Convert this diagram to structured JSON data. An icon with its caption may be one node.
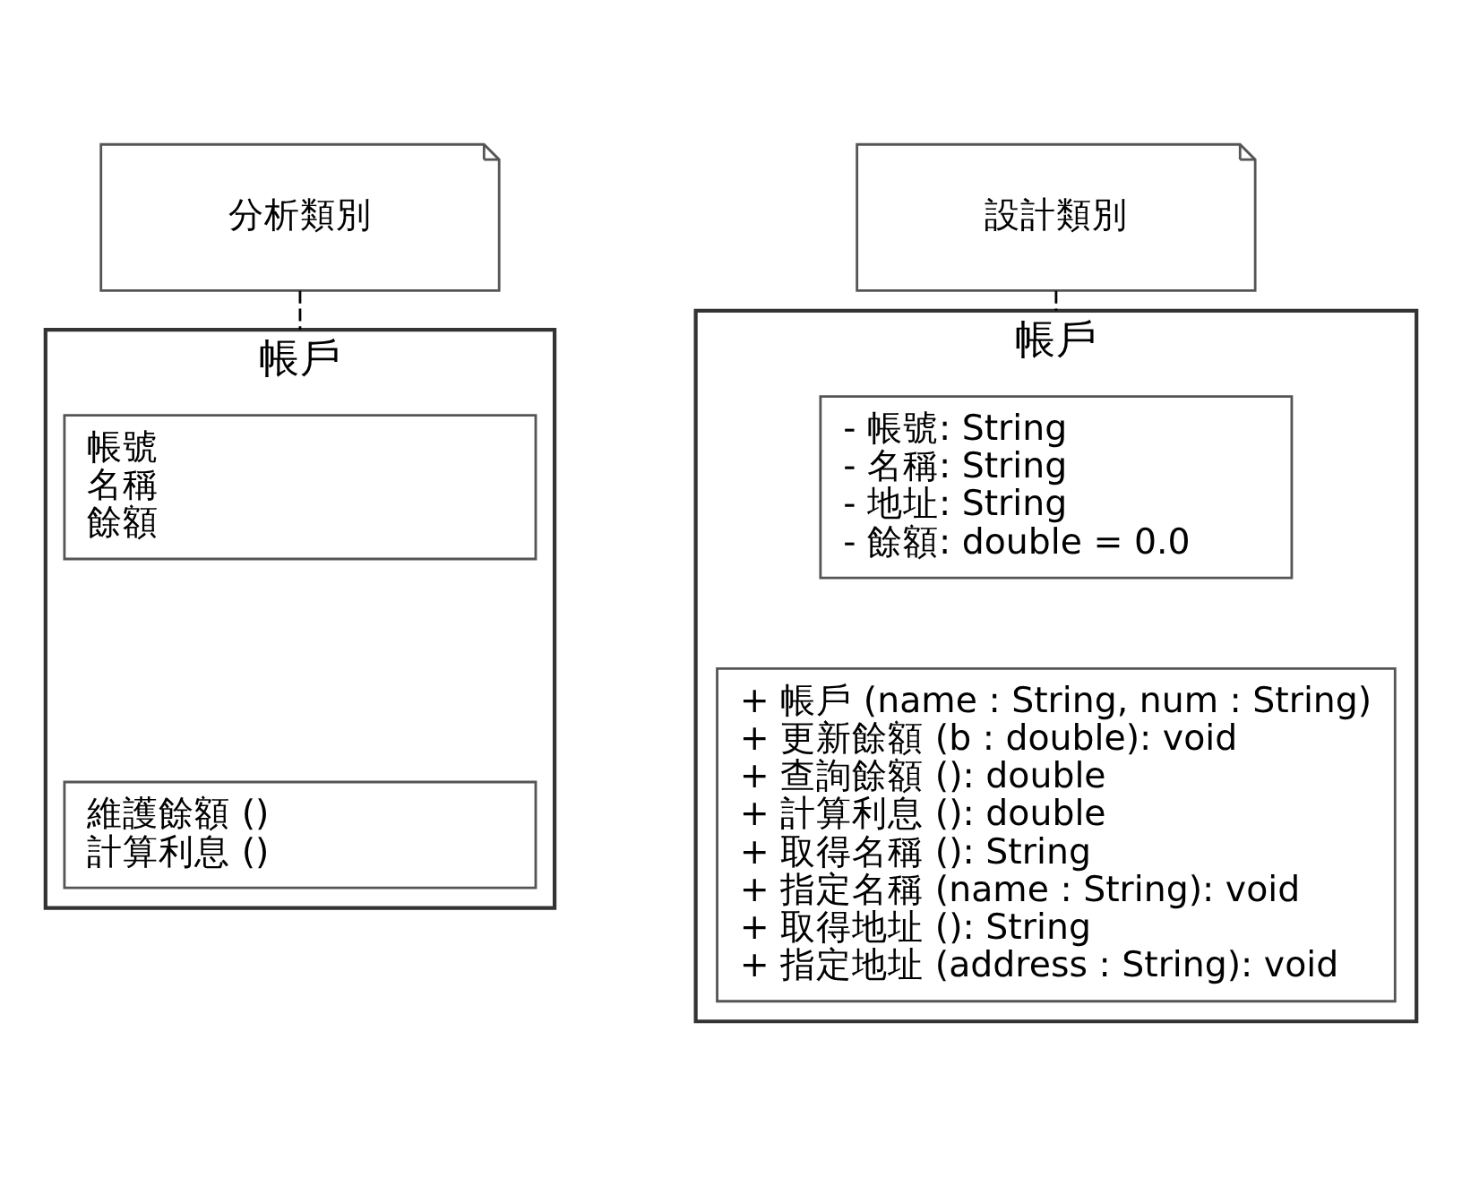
{
  "diagram": {
    "nodes": [
      {
        "text": [
          "分析類別"
        ]
      },
      {
        "text": [
          "帳戶"
        ]
      },
      {
        "text": [
          "帳號",
          "名稱",
          "餘額"
        ],
        "in": 1
      },
      {
        "text": [
          "維護餘額 ()",
          "計算利息 ()"
        ],
        "in": 1
      },
      {
        "text": [
          "設計類別"
        ]
      },
      {
        "text": [
          "帳戶"
        ]
      },
      {
        "text": [
          "- 帳號: String",
          "- 名稱: String",
          "- 地址: String",
          "- 餘額: double = 0.0"
        ],
        "in": 5
      },
      {
        "text": [
          "+ 帳戶 (name : String, num : String)",
          "+ 更新餘額 (b : double): void",
          "+ 查詢餘額 (): double",
          "+ 計算利息 (): double",
          "+ 取得名稱 (): String",
          "+ 指定名稱 (name : String): void",
          "+ 取得地址 (): String",
          "+ 指定地址 (address : String): void"
        ],
        "in": 5
      }
    ],
    "edges": [
      {
        "from": 0,
        "to": 1,
        "arrow": "none",
        "style": "dashed"
      },
      {
        "from": 4,
        "to": 5,
        "arrow": "none",
        "style": "dashed"
      }
    ]
  }
}
